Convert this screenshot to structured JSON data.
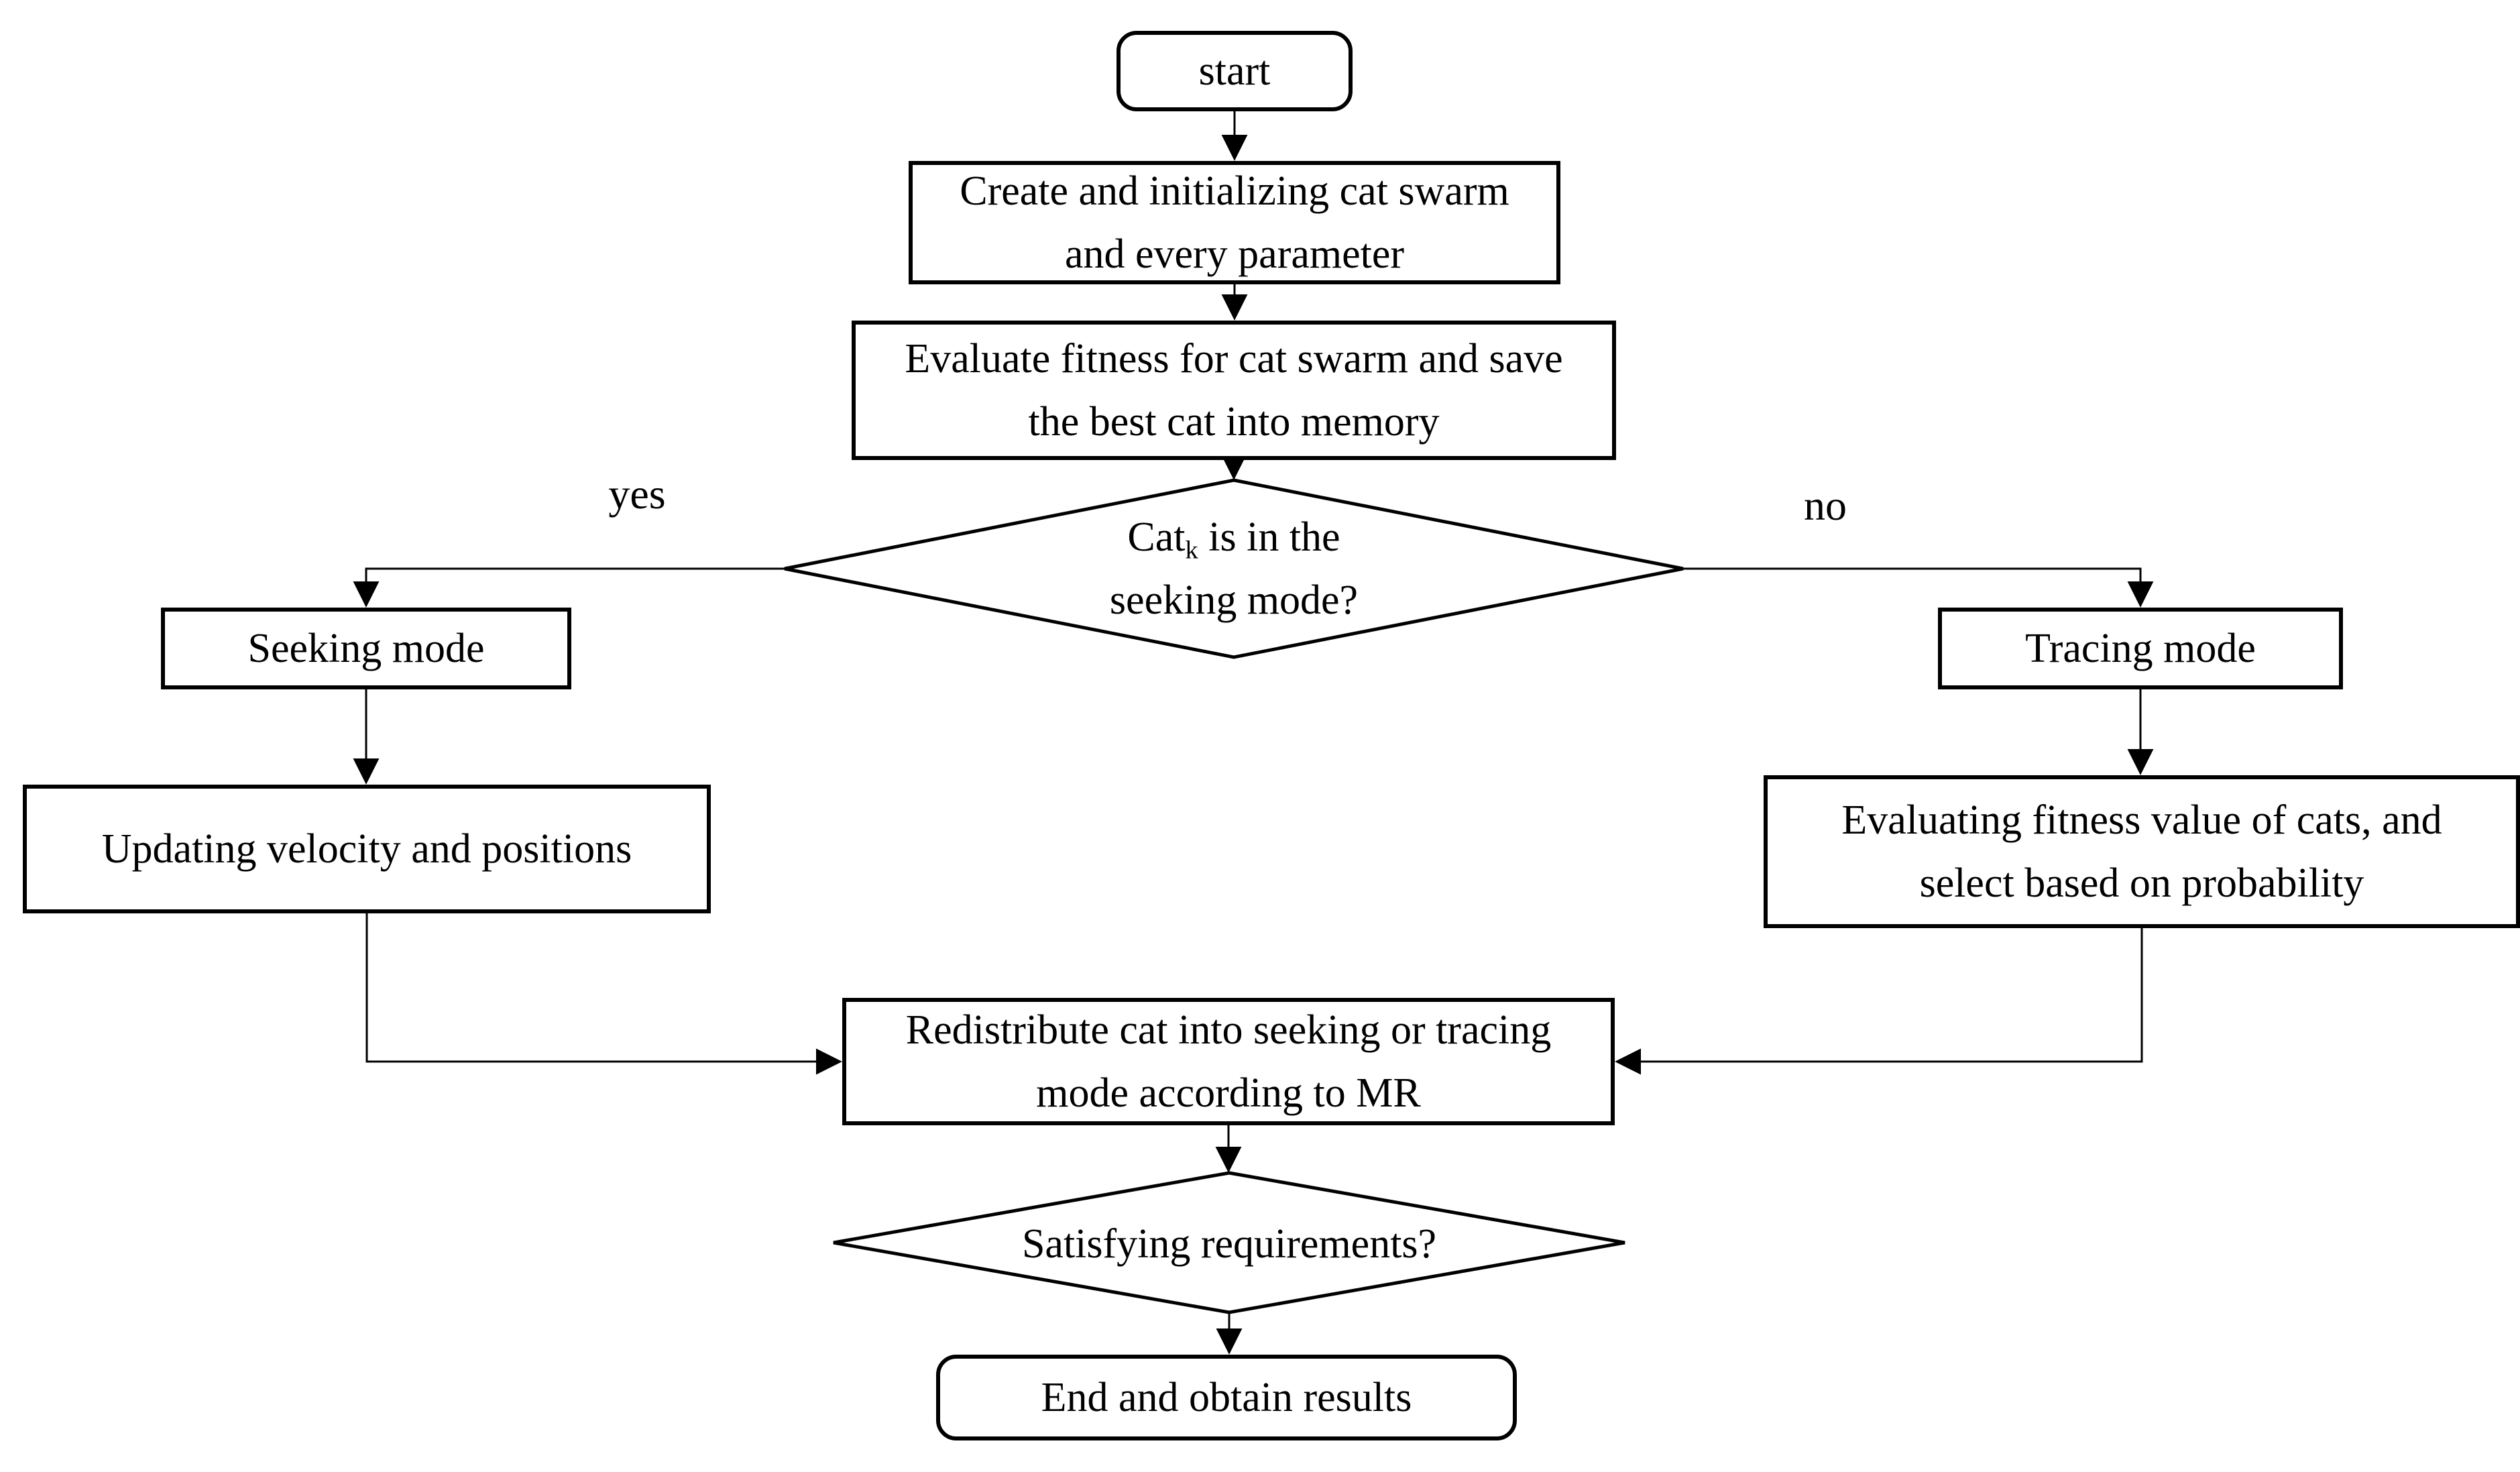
{
  "diagram": {
    "type": "flowchart",
    "colors": {
      "line": "#000000",
      "text": "#000000",
      "background": "#ffffff"
    },
    "nodes": {
      "start": {
        "label": "start"
      },
      "init": {
        "label": "Create and initializing cat swarm and every parameter"
      },
      "evaluate": {
        "label": "Evaluate fitness for cat swarm and save the best cat into memory"
      },
      "mode_decision": {
        "base": "Cat",
        "sub": "k",
        "rest": " is in the",
        "line2": "seeking mode?"
      },
      "seeking": {
        "label": "Seeking mode"
      },
      "tracing": {
        "label": "Tracing mode"
      },
      "updating": {
        "label": "Updating velocity and positions"
      },
      "evaluating": {
        "label": "Evaluating fitness value of cats, and select based on probability"
      },
      "redistribute": {
        "label": "Redistribute cat into seeking or tracing mode according to MR"
      },
      "requirements_decision": {
        "label": "Satisfying requirements?"
      },
      "end": {
        "label": "End and obtain results"
      }
    },
    "edge_labels": {
      "yes": "yes",
      "no": "no"
    }
  }
}
